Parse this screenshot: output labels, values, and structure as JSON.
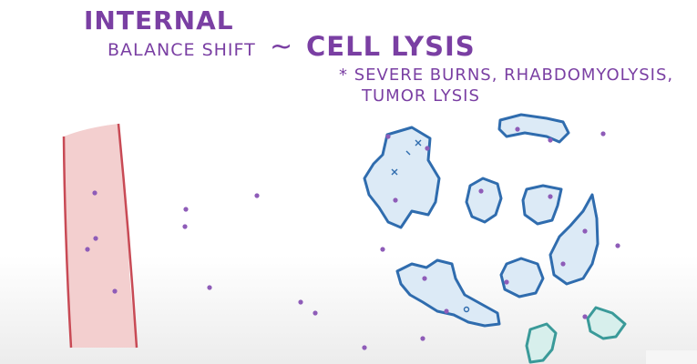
{
  "title": {
    "internal": "INTERNAL",
    "balance_shift": "BALANCE SHIFT",
    "tilde": "~",
    "cell_lysis": "CELL LYSIS"
  },
  "causes": {
    "line1": "* SEVERE BURNS, RHABDOMYOLYSIS,",
    "line2": "TUMOR LYSIS"
  },
  "colors": {
    "ink_purple": "#7a3fa3",
    "vessel_fill": "#f3cfcf",
    "vessel_line": "#c84a55",
    "cell_fill": "#dceaf6",
    "cell_line": "#2f6cae",
    "teal_fill": "#d7efec",
    "teal_line": "#3a9a99",
    "dot": "#8e5cb8"
  }
}
